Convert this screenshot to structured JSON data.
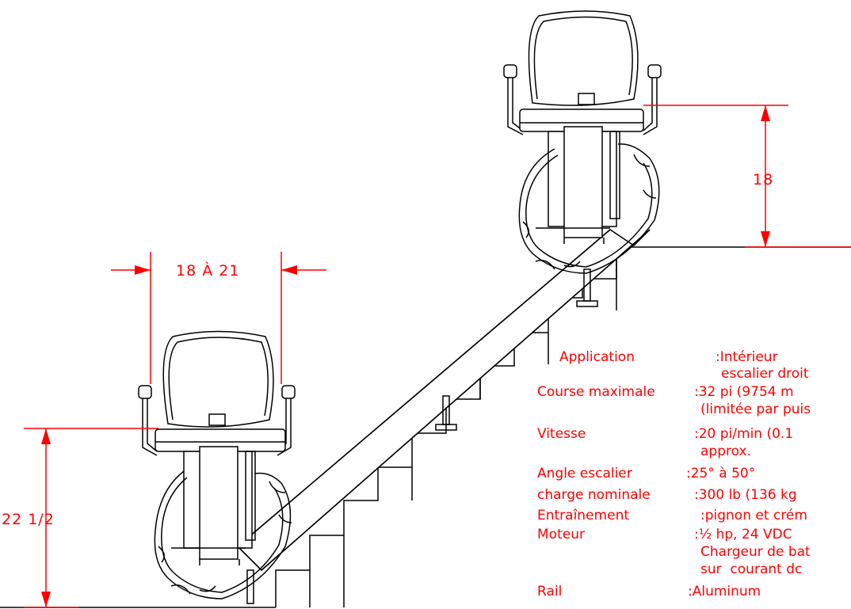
{
  "dimensions": {
    "seat_width": "18 À 21",
    "top_seat_height": "18",
    "bottom_seat_height": "22 1/2"
  },
  "specs": {
    "application": {
      "label": "Application",
      "line1": ":Intérieur",
      "line2": "escalier droit"
    },
    "course": {
      "label": "Course maximale",
      "line1": ":32 pi (9754 m",
      "line2": "(limitée par puis"
    },
    "vitesse": {
      "label": "Vitesse",
      "line1": ":20 pi/min (0.1",
      "line2": "approx."
    },
    "angle": {
      "label": "Angle escalier",
      "line1": ":25° à 50°"
    },
    "charge": {
      "label": "charge nominale",
      "line1": ":300 lb (136 kg"
    },
    "entrainement": {
      "label": "Entraînement",
      "line1": ":pignon et crém"
    },
    "moteur": {
      "label": "Moteur",
      "line1": ":½ hp, 24 VDC",
      "line2": "Chargeur de bat",
      "line3": "sur  courant dc"
    },
    "rail": {
      "label": "Rail",
      "line1": ":Aluminum"
    }
  },
  "colors": {
    "annotation": "#ff0000",
    "linework": "#000000",
    "background": "#ffffff"
  }
}
